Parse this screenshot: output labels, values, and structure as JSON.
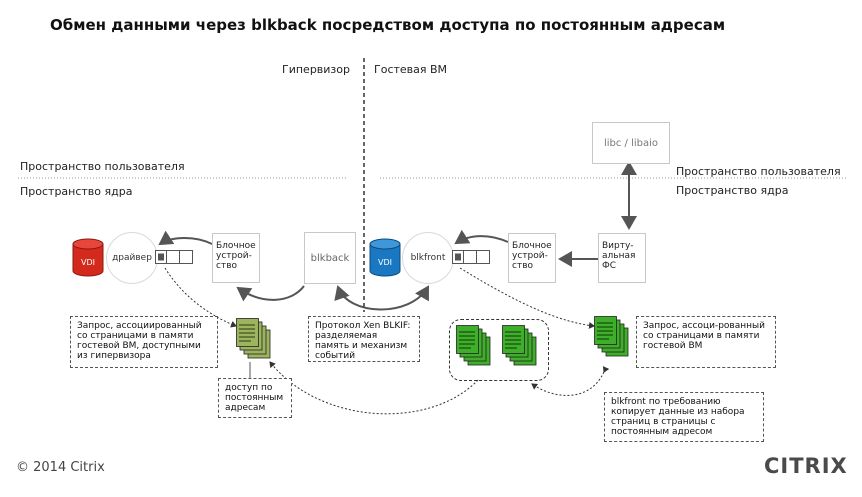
{
  "title": "Обмен данными через blkback посредством доступа по постоянным адресам",
  "zones": {
    "hypervisor": "Гипервизор",
    "guest_vm": "Гостевая ВМ",
    "user_space_left": "Пространство пользователя",
    "kernel_space_left": "Пространство ядра",
    "user_space_right": "Пространство пользователя",
    "kernel_space_right": "Пространство ядра"
  },
  "components": {
    "libc": "libc / libaio",
    "vdi_left": "VDI",
    "vdi_right": "VDI",
    "driver": "драйвер",
    "block_device_left": "Блочное устрой-ство",
    "blkback": "blkback",
    "blkfront": "blkfront",
    "block_device_right": "Блочное устрой-ство",
    "vfs": "Вирту-альная ФС"
  },
  "notes": {
    "request_hypervisor": "Запрос, ассоциированный со страницами в памяти гостевой ВМ, доступными из гипервизора",
    "persistent_access": "доступ по постоянным адресам",
    "xen_protocol": "Протокол Xen BLKIF: разделяемая память и механизм событий",
    "request_guest": "Запрос, ассоци-рованный со страницами в памяти гостевой ВМ",
    "blkfront_copy": "blkfront по требованию копирует данные из набора страниц в страницы с постоянным адресом"
  },
  "footer": {
    "copyright": "© 2014 Citrix",
    "logo": "CITRIX"
  },
  "colors": {
    "vdi_left": "#d42a1e",
    "vdi_right": "#1a78c2",
    "page_green": "#3fae2a",
    "page_olive": "#9db45f",
    "arrow_gray": "#555555"
  }
}
